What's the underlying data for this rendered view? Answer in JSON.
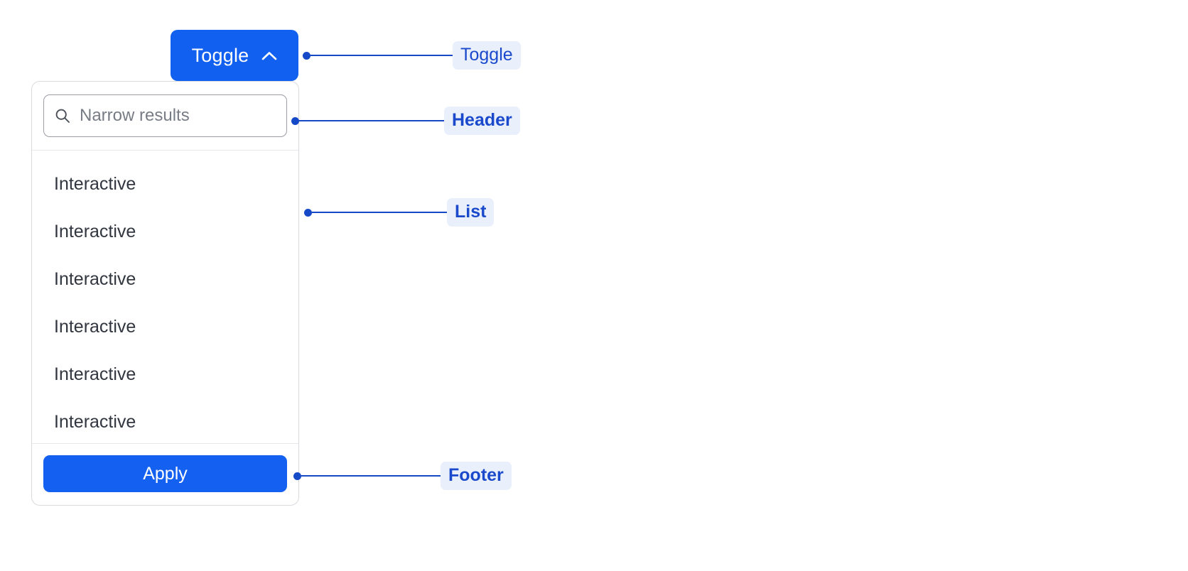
{
  "toggle": {
    "label": "Toggle",
    "icon": "chevron-up-icon",
    "expanded": true,
    "background_color": "#1260f0",
    "text_color": "#ffffff"
  },
  "popover": {
    "header": {
      "search": {
        "icon": "search-icon",
        "placeholder": "Narrow results",
        "value": ""
      }
    },
    "list": {
      "items": [
        {
          "label": "Interactive"
        },
        {
          "label": "Interactive"
        },
        {
          "label": "Interactive"
        },
        {
          "label": "Interactive"
        },
        {
          "label": "Interactive"
        },
        {
          "label": "Interactive"
        }
      ]
    },
    "footer": {
      "apply_label": "Apply",
      "apply_background_color": "#1460f0"
    }
  },
  "annotations": {
    "accent_color": "#1549c8",
    "pill_background_color": "#e9f0fc",
    "pill_text_color": "#1a49cc",
    "items": [
      {
        "label": "Toggle"
      },
      {
        "label": "Header"
      },
      {
        "label": "List"
      },
      {
        "label": "Footer"
      }
    ]
  }
}
